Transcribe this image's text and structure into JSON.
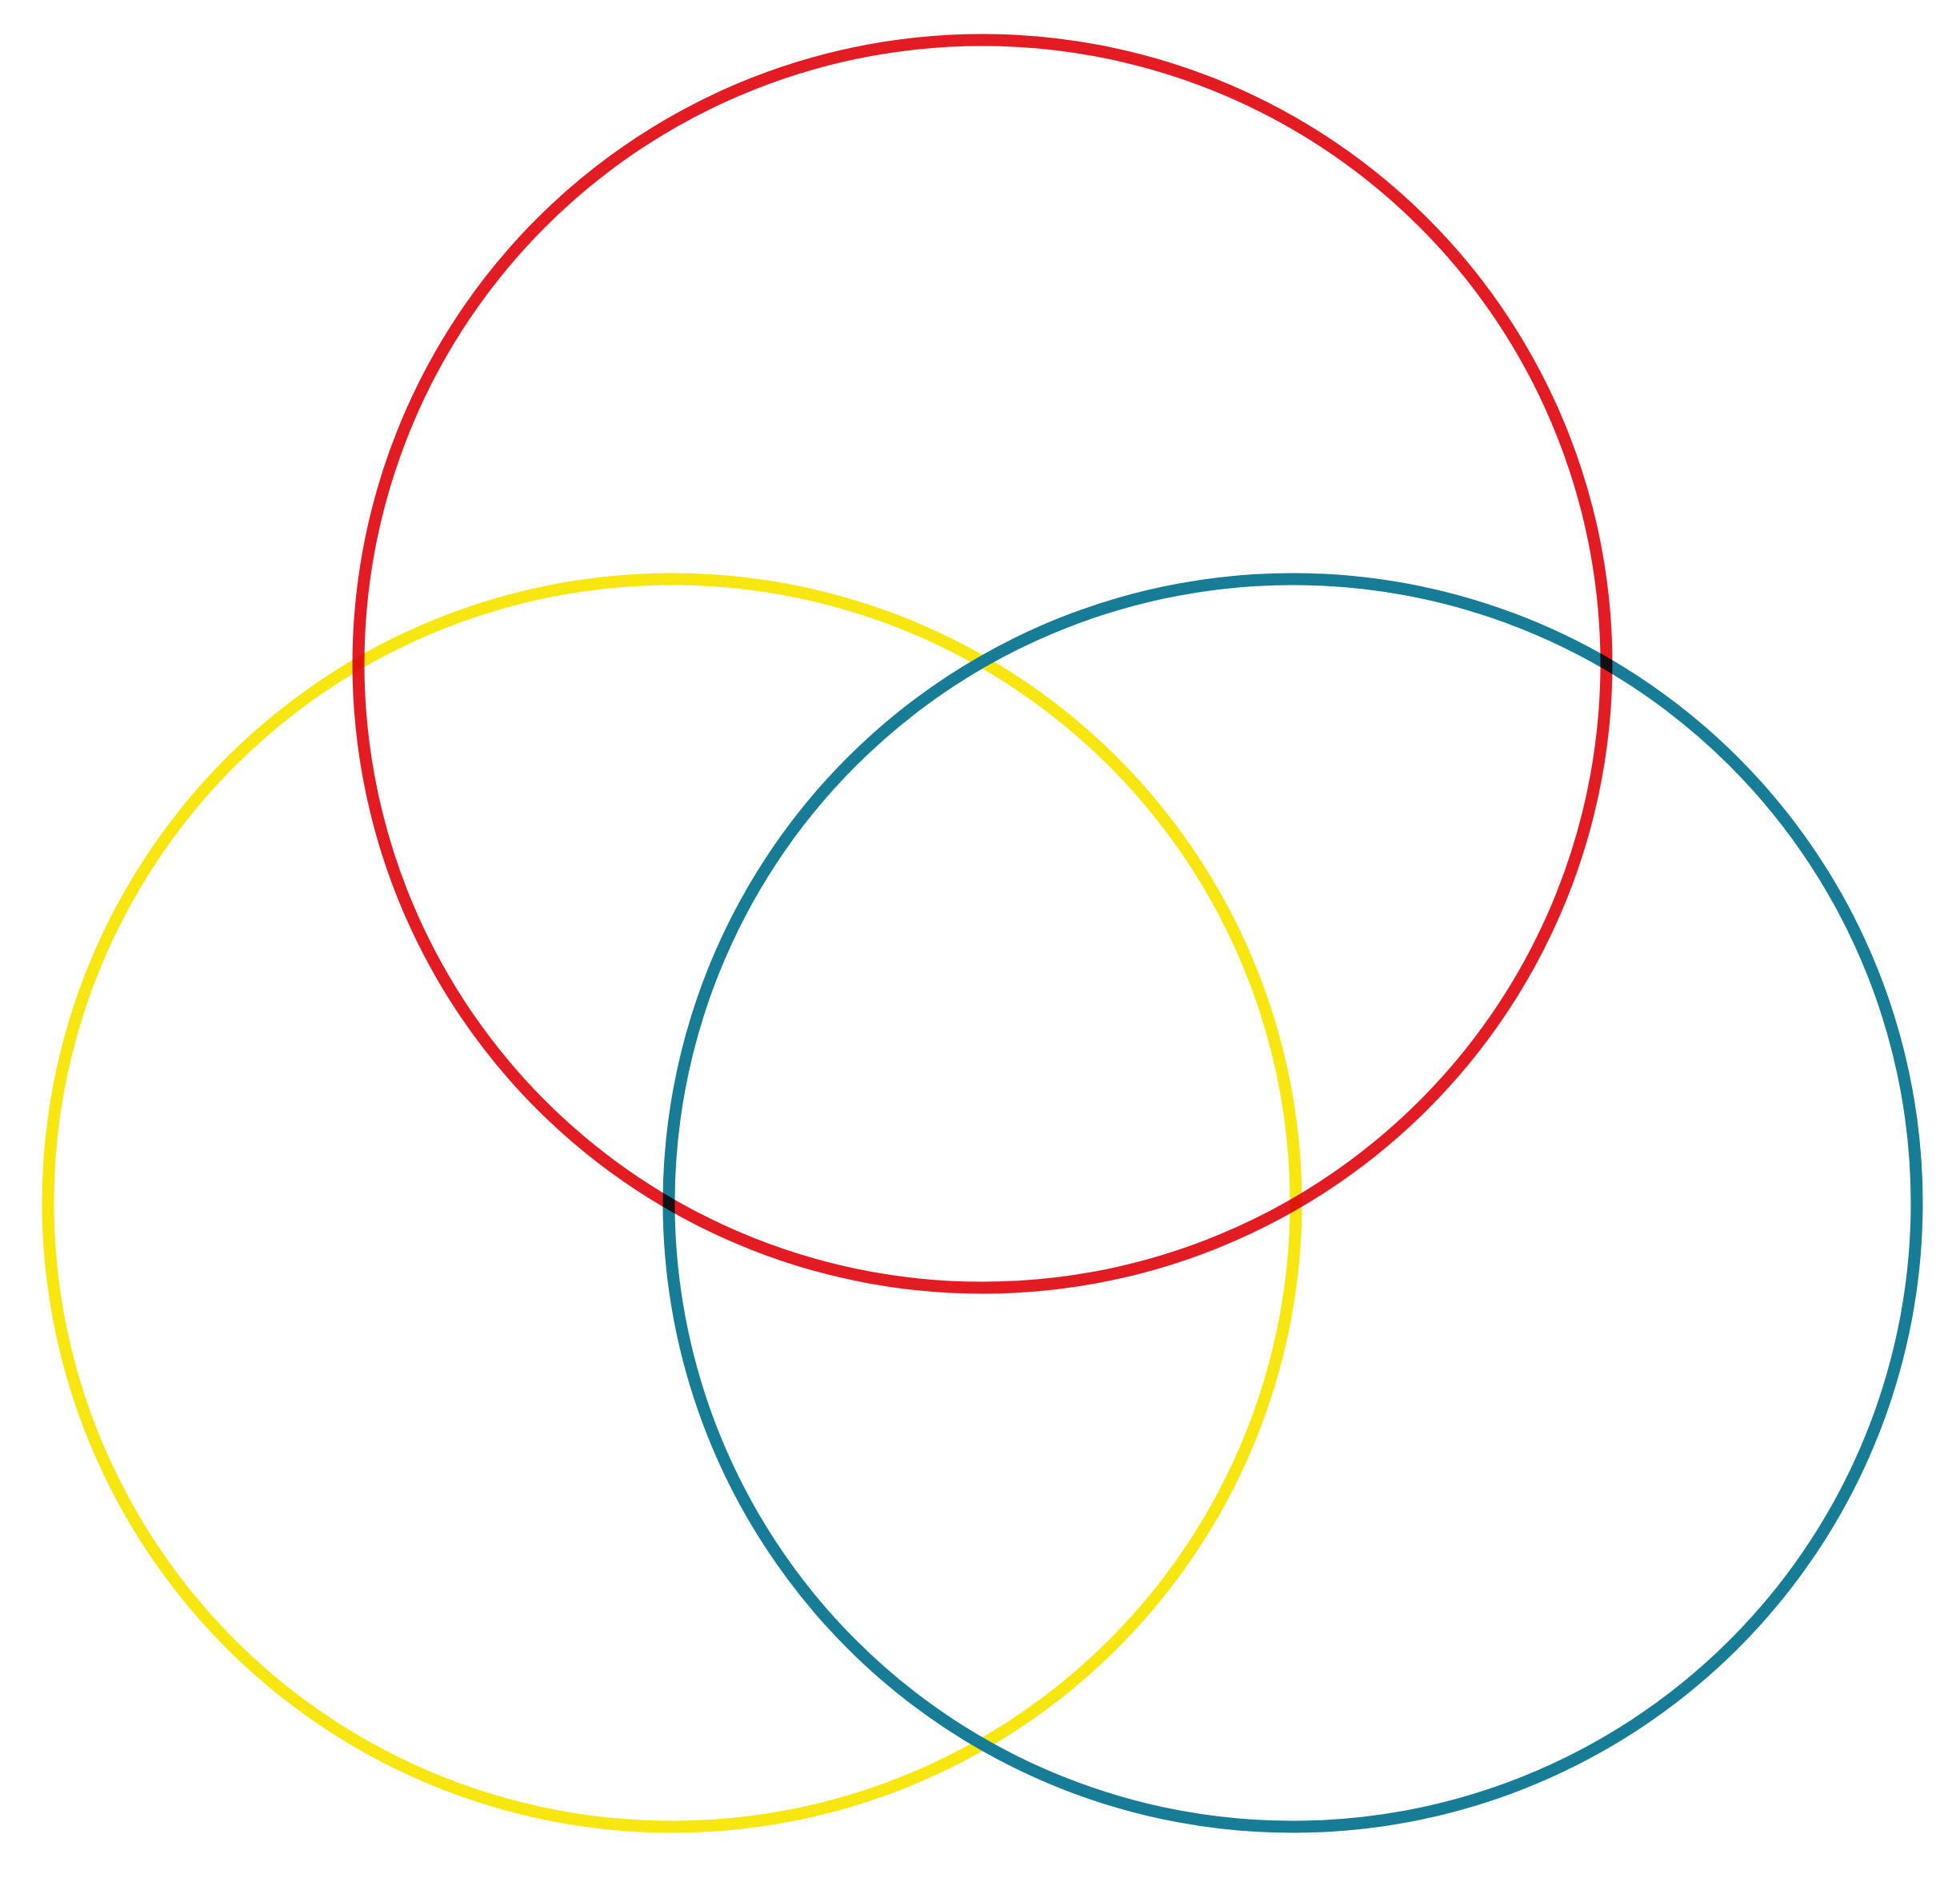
{
  "diagram": {
    "type": "venn",
    "sets": 3,
    "circles": [
      {
        "id": "top",
        "label": "",
        "color": "#e31b23"
      },
      {
        "id": "bottom-left",
        "label": "",
        "color": "#f8e610"
      },
      {
        "id": "bottom-right",
        "label": "",
        "color": "#177c96"
      }
    ],
    "background": "#ffffff"
  }
}
